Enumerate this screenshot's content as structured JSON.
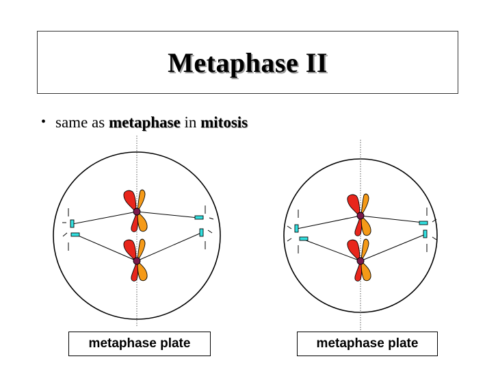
{
  "slide": {
    "title": "Metaphase II",
    "bullet_symbol": "•",
    "bullet_parts": {
      "before": "same as ",
      "term1": "metaphase",
      "middle": " in ",
      "term2": "mitosis"
    }
  },
  "cells": [
    {
      "label": "metaphase plate"
    },
    {
      "label": "metaphase plate"
    }
  ],
  "colors": {
    "chromatid_red": "#e8261c",
    "chromatid_orange": "#f59a18",
    "centromere": "#7a1a4a",
    "centriole": "#33e0e0",
    "cell_outline": "#000000",
    "plate_line": "#777777"
  }
}
